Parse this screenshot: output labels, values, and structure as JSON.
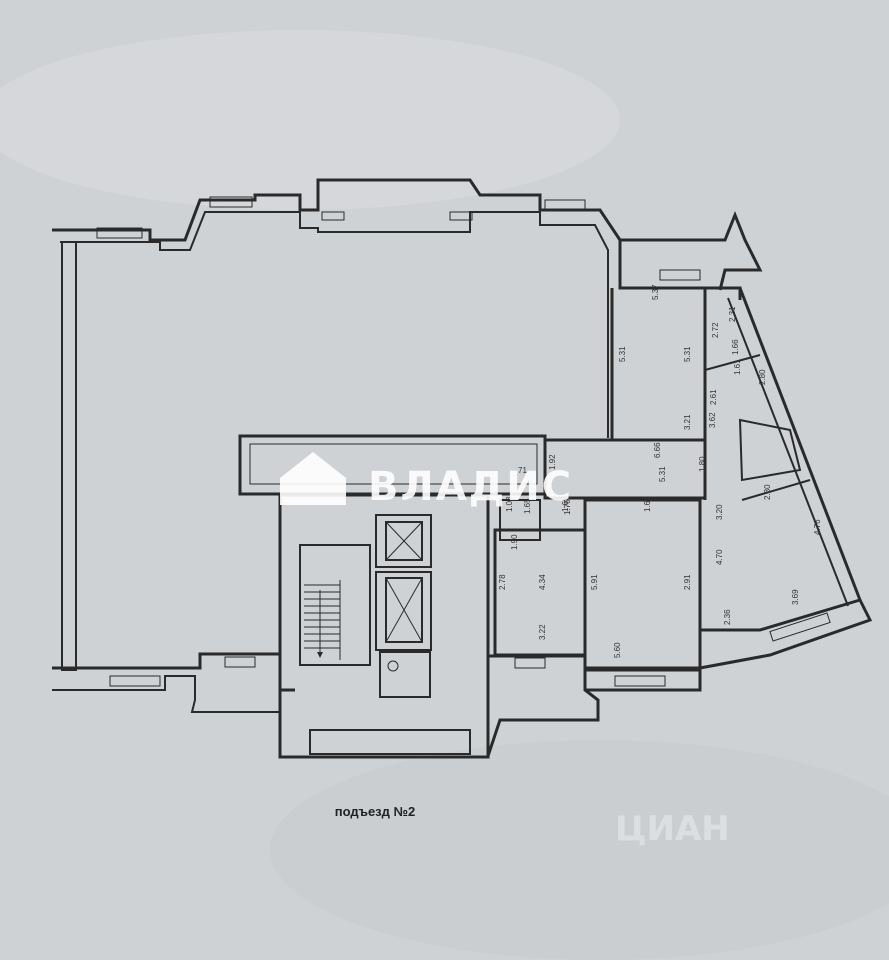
{
  "entrance_caption": "подъезд №2",
  "watermark": {
    "brand": "ВЛАДИС",
    "secondary": "ЦИАН"
  },
  "room_number": "71",
  "dimensions": [
    "5.37",
    "2.31",
    "2.72",
    "5.31",
    "5.31",
    "1.66",
    "1.61",
    "2.80",
    "2.61",
    "3.21",
    "3.62",
    "6.66",
    "1.80",
    "1.92",
    "1.69",
    "5.31",
    "1.03",
    "1.60",
    "1.76",
    "3.20",
    "2.80",
    "4.76",
    "1.90",
    "4.70",
    "2.78",
    "4.34",
    "5.91",
    "2.91",
    "3.22",
    "3.69",
    "2.36",
    "5.60",
    "1.65"
  ],
  "colors": {
    "paper": "#cfd2d5",
    "ink": "#2a2a2a"
  }
}
